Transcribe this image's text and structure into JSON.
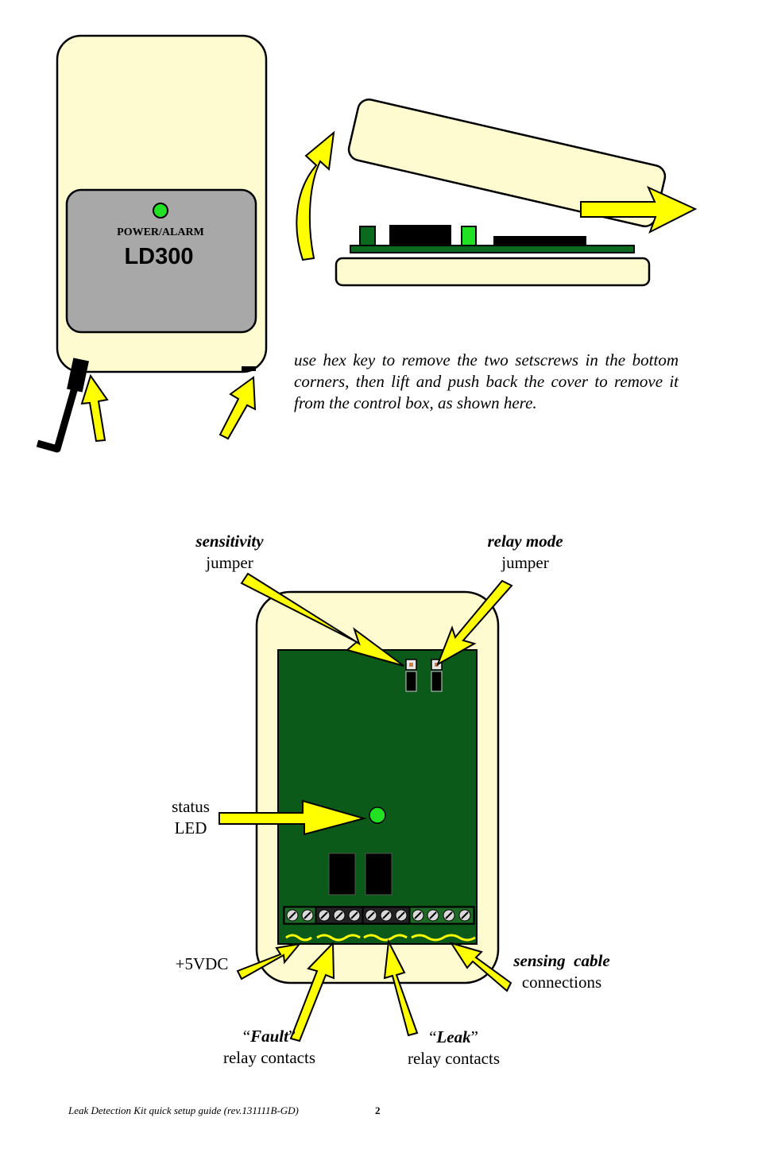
{
  "device": {
    "led_label": "POWER/ALARM",
    "model": "LD300"
  },
  "instruction": "use hex key to remove the two setscrews in the bottom corners, then lift and push back the cover to remove it from the control box, as shown here.",
  "labels": {
    "sensitivity": {
      "emph": "sensitivity",
      "text": "jumper"
    },
    "relay_mode": {
      "emph": "relay mode",
      "text": "jumper"
    },
    "status_led": {
      "line1": "status",
      "line2": "LED"
    },
    "power": {
      "text": "+5VDC"
    },
    "sensing_cable": {
      "emph": "sensing  cable",
      "text": "connections"
    },
    "fault": {
      "open_quote": "“",
      "emph": "Fault",
      "close_quote": "”",
      "text": "relay contacts"
    },
    "leak": {
      "open_quote": "“",
      "emph": "Leak",
      "close_quote": "”",
      "text": "relay contacts"
    }
  },
  "footer": {
    "title": "Leak Detection Kit quick setup guide (rev.131111B-GD)",
    "page_number": "2"
  },
  "colors": {
    "cover": "#fffbd0",
    "panel": "#a8a8a8",
    "board": "#0b5a1a",
    "led": "#22e022",
    "arrow": "#ffff00"
  }
}
